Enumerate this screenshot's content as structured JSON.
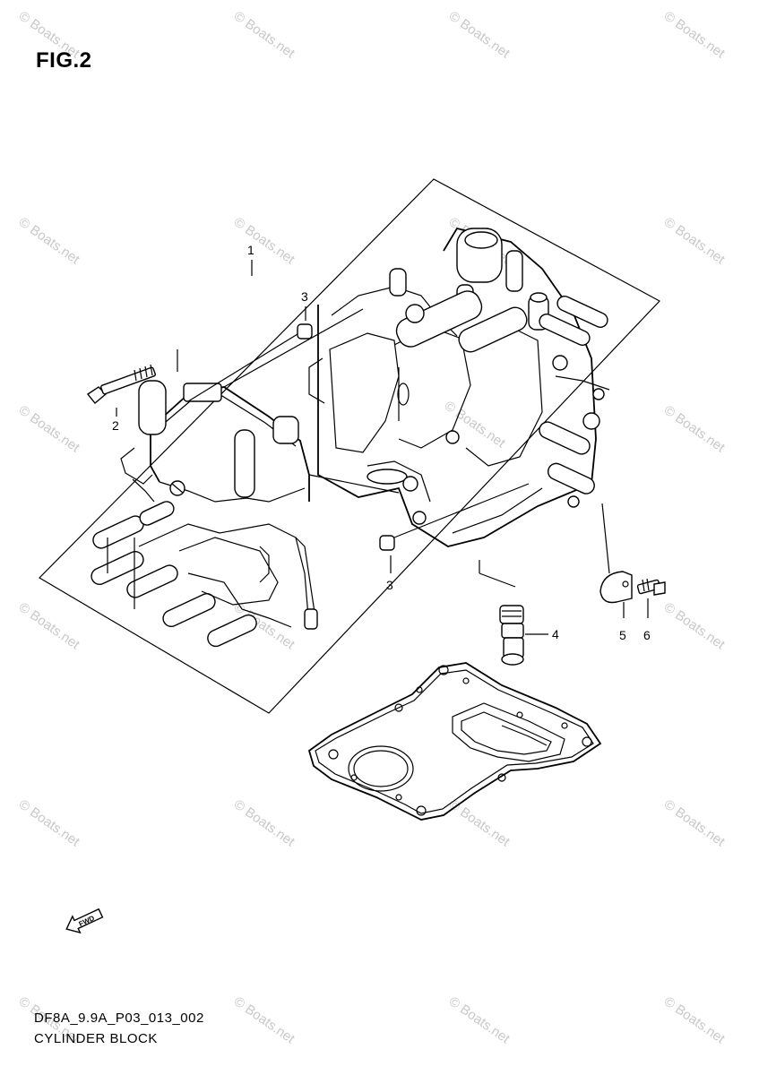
{
  "figure": {
    "title": "FIG.2"
  },
  "footer": {
    "code": "DF8A_9.9A_P03_013_002",
    "caption": "CYLINDER BLOCK"
  },
  "watermark": {
    "text": "© Boats.net"
  },
  "callouts": [
    "1",
    "2",
    "3",
    "3",
    "4",
    "5",
    "6"
  ],
  "fwd_label": "FWD"
}
